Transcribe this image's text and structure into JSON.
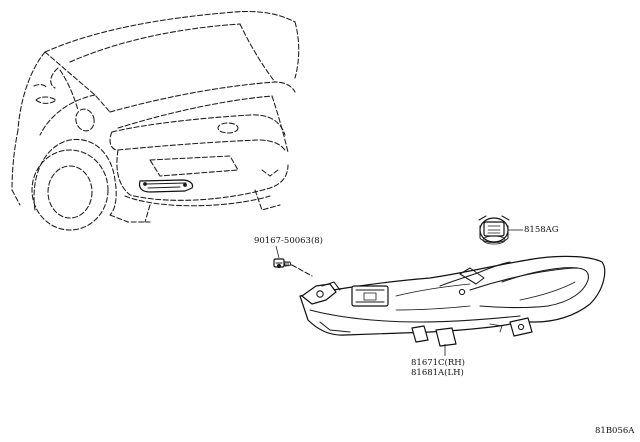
{
  "callouts": {
    "bolt_part": "90167-50063(8)",
    "socket_part": "8158AG",
    "lamp_part_rh": "81671C(RH)",
    "lamp_part_lh": "81681A(LH)"
  },
  "diagram_code": "81B056A"
}
